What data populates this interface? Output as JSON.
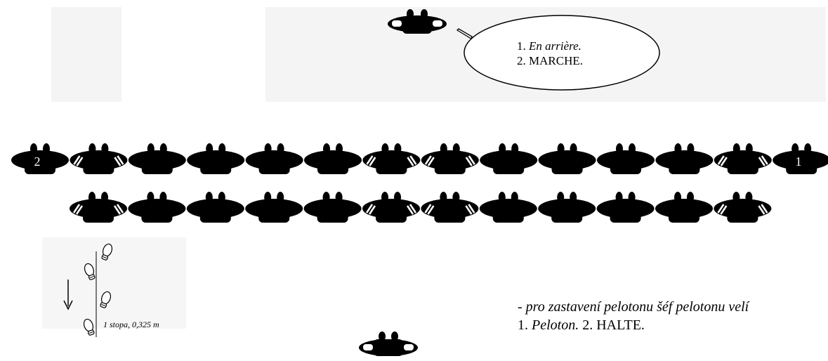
{
  "speech": {
    "line1_number": "1.",
    "line1_text": "En arrière.",
    "line2_text": "2. MARCHE."
  },
  "row1": {
    "count": 14,
    "stripe_indices": [
      1,
      6,
      7,
      12
    ],
    "left_label": "2",
    "right_label": "1"
  },
  "row2": {
    "count": 12,
    "stripe_indices": [
      0,
      5,
      6,
      11
    ]
  },
  "footsteps": {
    "label": "1 stopa, 0,325 m"
  },
  "instructions": {
    "line1": "- pro zastavení pelotonu šéf pelotonu velí",
    "line2_prefix": "1. ",
    "line2_italic": "Peloton.",
    "line2_suffix": " 2. HALTE."
  }
}
